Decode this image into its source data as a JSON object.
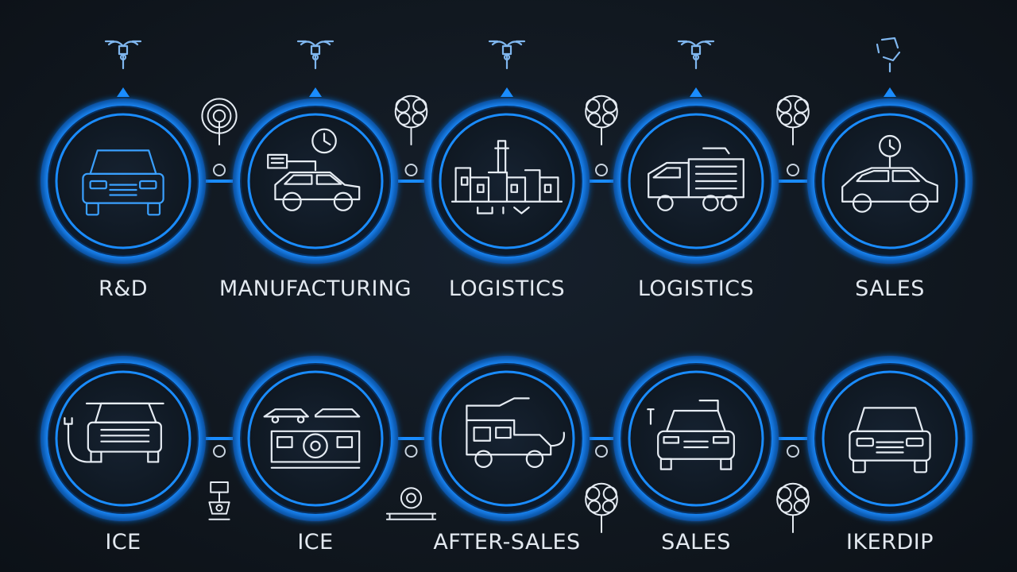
{
  "colors": {
    "background": "#111820",
    "accent": "#1a8cff",
    "accent_dim": "#0f5fb8",
    "line_art": "#e6ecf3",
    "label_text": "#e3e9f0"
  },
  "rows": [
    {
      "name": "top-row",
      "stages": [
        {
          "label": "R&D",
          "icon": "suv-front-icon"
        },
        {
          "label": "MANUFACTURING",
          "icon": "car-assembly-icon"
        },
        {
          "label": "LOGISTICS",
          "icon": "factory-icon"
        },
        {
          "label": "LOGISTICS",
          "icon": "truck-icon"
        },
        {
          "label": "SALES",
          "icon": "car-showroom-icon"
        }
      ],
      "connector_icons": [
        "signal-icon",
        "tree-icon",
        "tree-icon",
        "tree-icon"
      ],
      "top_icons": [
        "drone-icon",
        "drone-icon",
        "drone-icon",
        "drone-icon",
        "recycle-icon"
      ]
    },
    {
      "name": "bottom-row",
      "stages": [
        {
          "label": "ICE",
          "icon": "electric-car-icon"
        },
        {
          "label": "ICE",
          "icon": "engine-icon"
        },
        {
          "label": "AFTER-SALES",
          "icon": "service-van-icon"
        },
        {
          "label": "SALES",
          "icon": "car-front-icon"
        },
        {
          "label": "IKERDIP",
          "icon": "suv-front-icon"
        }
      ],
      "connector_icons": [
        "robot-icon",
        "gear-icon",
        "tree-icon",
        "tree-icon"
      ]
    }
  ]
}
